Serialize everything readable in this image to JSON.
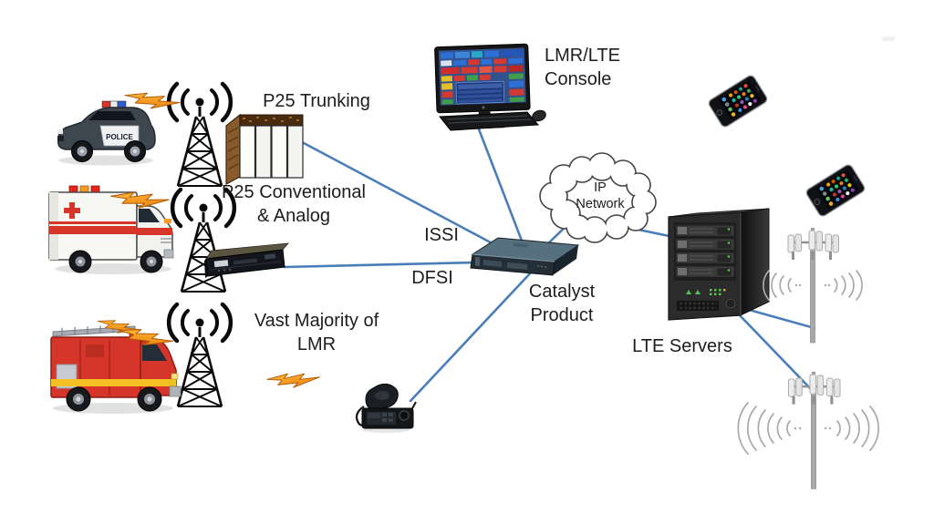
{
  "diagram": {
    "type": "network-architecture",
    "connection_color": "#4a7ebb",
    "labels": {
      "p25_trunking": "P25 Trunking",
      "p25_conventional": "P25 Conventional\n& Analog",
      "vast_majority_lmr": "Vast Majority of\nLMR",
      "issi": "ISSI",
      "dfsi": "DFSI",
      "catalyst_product": "Catalyst\nProduct",
      "lmr_lte_console": "LMR/LTE\nConsole",
      "ip_network": "IP\nNetwork",
      "lte_servers": "LTE Servers",
      "police_car_text": "POLICE"
    },
    "nodes": [
      {
        "id": "police-car",
        "icon": "police-car-icon"
      },
      {
        "id": "ambulance",
        "icon": "ambulance-icon"
      },
      {
        "id": "fire-truck",
        "icon": "fire-truck-icon"
      },
      {
        "id": "lmr-antenna-towers",
        "icon": "antenna-tower-icon",
        "count": 3
      },
      {
        "id": "p25-trunking-site",
        "icon": "equipment-cabinets-icon"
      },
      {
        "id": "lmr-base-station",
        "icon": "rack-device-icon"
      },
      {
        "id": "lmr-lte-console",
        "icon": "desktop-monitor-icon"
      },
      {
        "id": "ip-network",
        "icon": "cloud-icon"
      },
      {
        "id": "catalyst-product",
        "icon": "rack-server-icon"
      },
      {
        "id": "mobile-radio",
        "icon": "mobile-radio-icon"
      },
      {
        "id": "lte-servers",
        "icon": "server-tower-icon"
      },
      {
        "id": "smartphones",
        "icon": "smartphone-icon",
        "count": 2
      },
      {
        "id": "lte-cell-towers",
        "icon": "cell-tower-icon",
        "count": 2
      }
    ]
  }
}
